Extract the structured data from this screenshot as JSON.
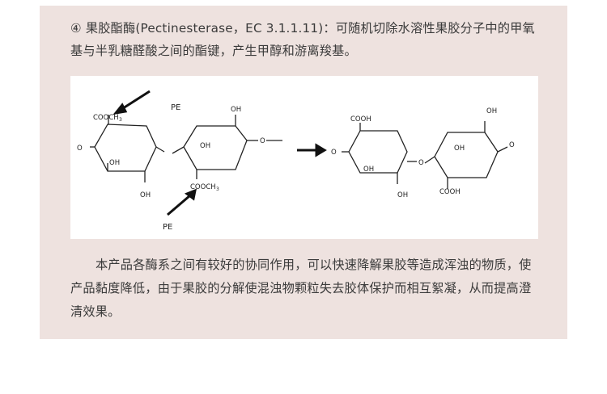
{
  "intro_paragraph": "④ 果胶酯酶(Pectinesterase，EC 3.1.1.11)：可随机切除水溶性果胶分子中的甲氧基与半乳糖醛酸之间的酯键，产生甲醇和游离羧基。",
  "figure": {
    "labels": {
      "pe_top": "PE",
      "pe_bottom": "PE",
      "cooch3_top": "COOCH",
      "cooch3_bottom": "COOCH",
      "subscript_3": "3",
      "oh_left_ring1": "OH",
      "oh_bottom_ring1": "OH",
      "oh_top_ring2": "OH",
      "oh_inner_ring2": "OH",
      "o_label": "O",
      "o_tail": "O",
      "cooh_top": "COOH",
      "cooh_bottom": "COOH",
      "oh_p_inner1": "OH",
      "oh_p_bottom1": "OH",
      "oh_p_top2": "OH",
      "oh_p_inner2": "OH"
    }
  },
  "body_paragraph": "本产品各酶系之间有较好的协同作用，可以快速降解果胶等造成浑浊的物质，使产品黏度降低，由于果胶的分解使混浊物颗粒失去胶体保护而相互絮凝，从而提高澄清效果。",
  "colors": {
    "card_background": "#eee2df",
    "text": "#3a3a3a"
  }
}
